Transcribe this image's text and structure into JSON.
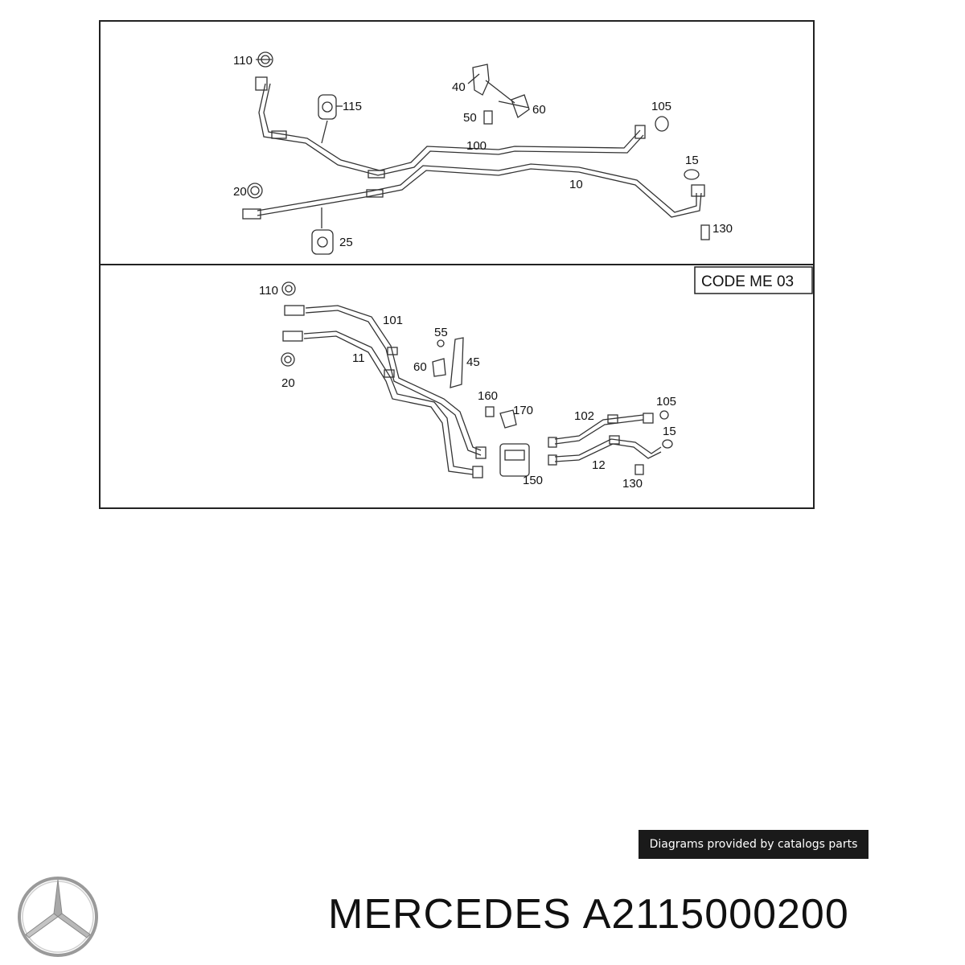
{
  "diagram": {
    "code_label": "CODE ME 03",
    "callouts_top": [
      "110",
      "115",
      "40",
      "50",
      "60",
      "105",
      "100",
      "15",
      "10",
      "20",
      "130",
      "25"
    ],
    "callouts_bottom": [
      "110",
      "101",
      "55",
      "45",
      "60",
      "11",
      "20",
      "160",
      "170",
      "105",
      "102",
      "15",
      "12",
      "150",
      "130"
    ]
  },
  "credit": "Diagrams provided by catalogs parts",
  "brand": {
    "name": "MERCEDES",
    "part_number": "A2115000200"
  },
  "icons": {
    "logo": "mercedes-star-logo"
  }
}
